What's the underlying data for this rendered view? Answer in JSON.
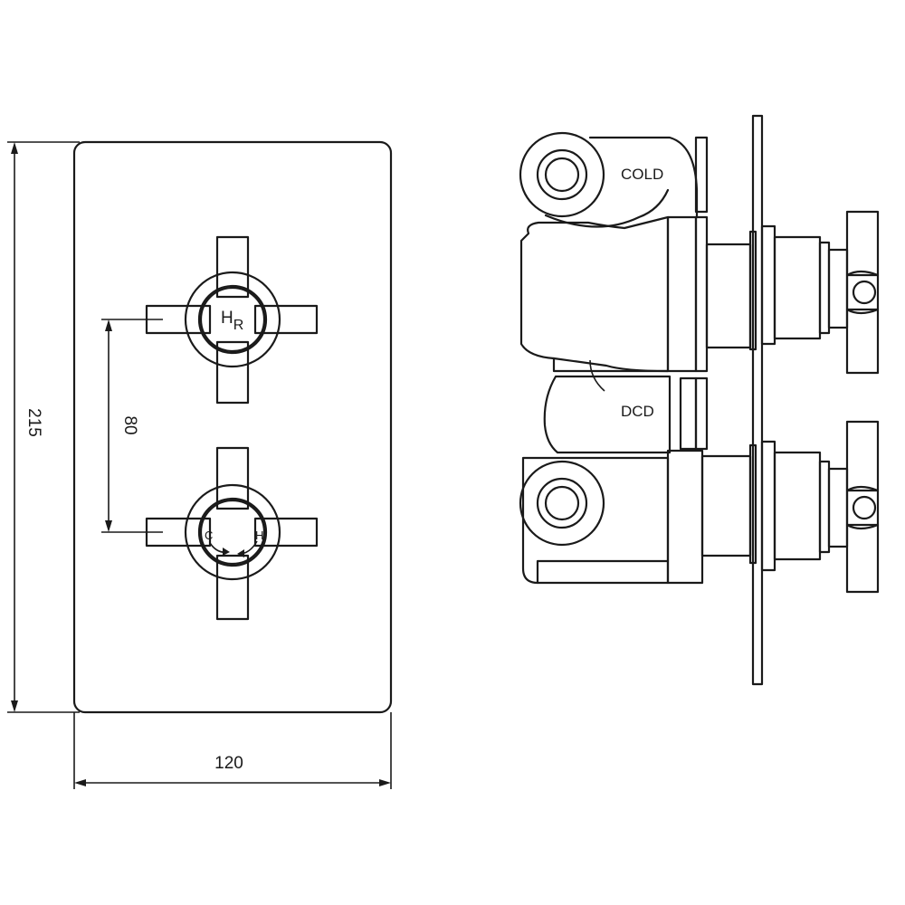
{
  "front_view": {
    "dim_height": "215",
    "dim_width": "120",
    "dim_handle_spacing": "80",
    "upper_handle_mark_main": "H",
    "upper_handle_mark_sub": "R",
    "lower_handle_mark_left": "C",
    "lower_handle_mark_right": "H"
  },
  "side_view": {
    "label_cold": "COLD",
    "label_dcd": "DCD"
  }
}
